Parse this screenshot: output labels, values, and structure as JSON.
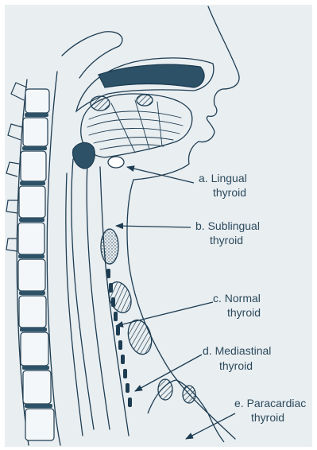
{
  "colors": {
    "background": "#e9eef1",
    "ink": "#1e3d52",
    "fill_dark": "#2d5268",
    "label_text": "#2c4a5c"
  },
  "labels": {
    "a": {
      "line1": "a.  Lingual",
      "line2": "thyroid"
    },
    "b": {
      "line1": "b.  Sublingual",
      "line2": "thyroid"
    },
    "c": {
      "line1": "c.  Normal",
      "line2": "thyroid"
    },
    "d": {
      "line1": "d.  Mediastinal",
      "line2": "thyroid"
    },
    "e": {
      "line1": "e.  Paracardiac",
      "line2": "thyroid"
    }
  }
}
